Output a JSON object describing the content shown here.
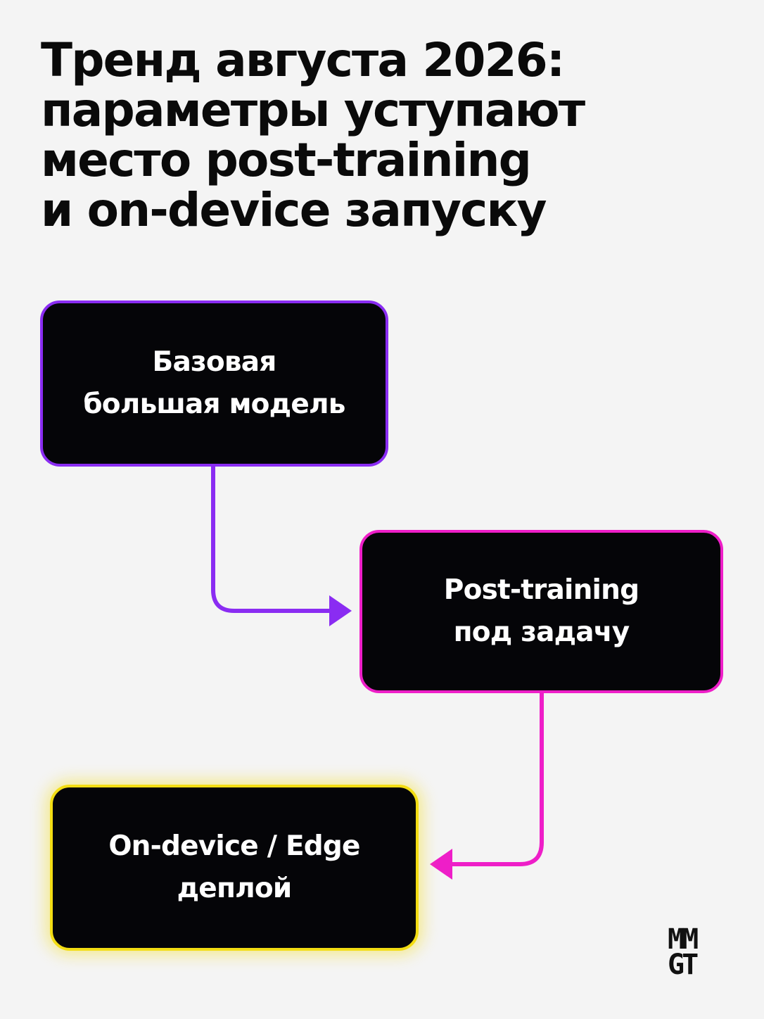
{
  "title": {
    "lines": [
      "Тренд августа 2026:",
      "параметры уступают",
      "место post-training",
      "и on-device запуску"
    ]
  },
  "nodes": {
    "base_model": {
      "lines": [
        "Базовая",
        "большая модель"
      ],
      "border_color": "#8a2cf2"
    },
    "post_training": {
      "lines": [
        "Post-training",
        "под задачу"
      ],
      "border_color": "#ee1ec8"
    },
    "edge_deploy": {
      "lines": [
        "On-device / Edge",
        "деплой"
      ],
      "border_color": "#f3dd13"
    }
  },
  "edges": [
    {
      "from": "base_model",
      "to": "post_training",
      "color": "#8a2cf2"
    },
    {
      "from": "post_training",
      "to": "edge_deploy",
      "color": "#ee1ec8"
    }
  ],
  "logo": {
    "lines": [
      "MM",
      "GT"
    ]
  },
  "colors": {
    "background": "#f4f4f4",
    "node_fill": "#050508",
    "text_dark": "#0a0a0a",
    "text_light": "#ffffff"
  }
}
